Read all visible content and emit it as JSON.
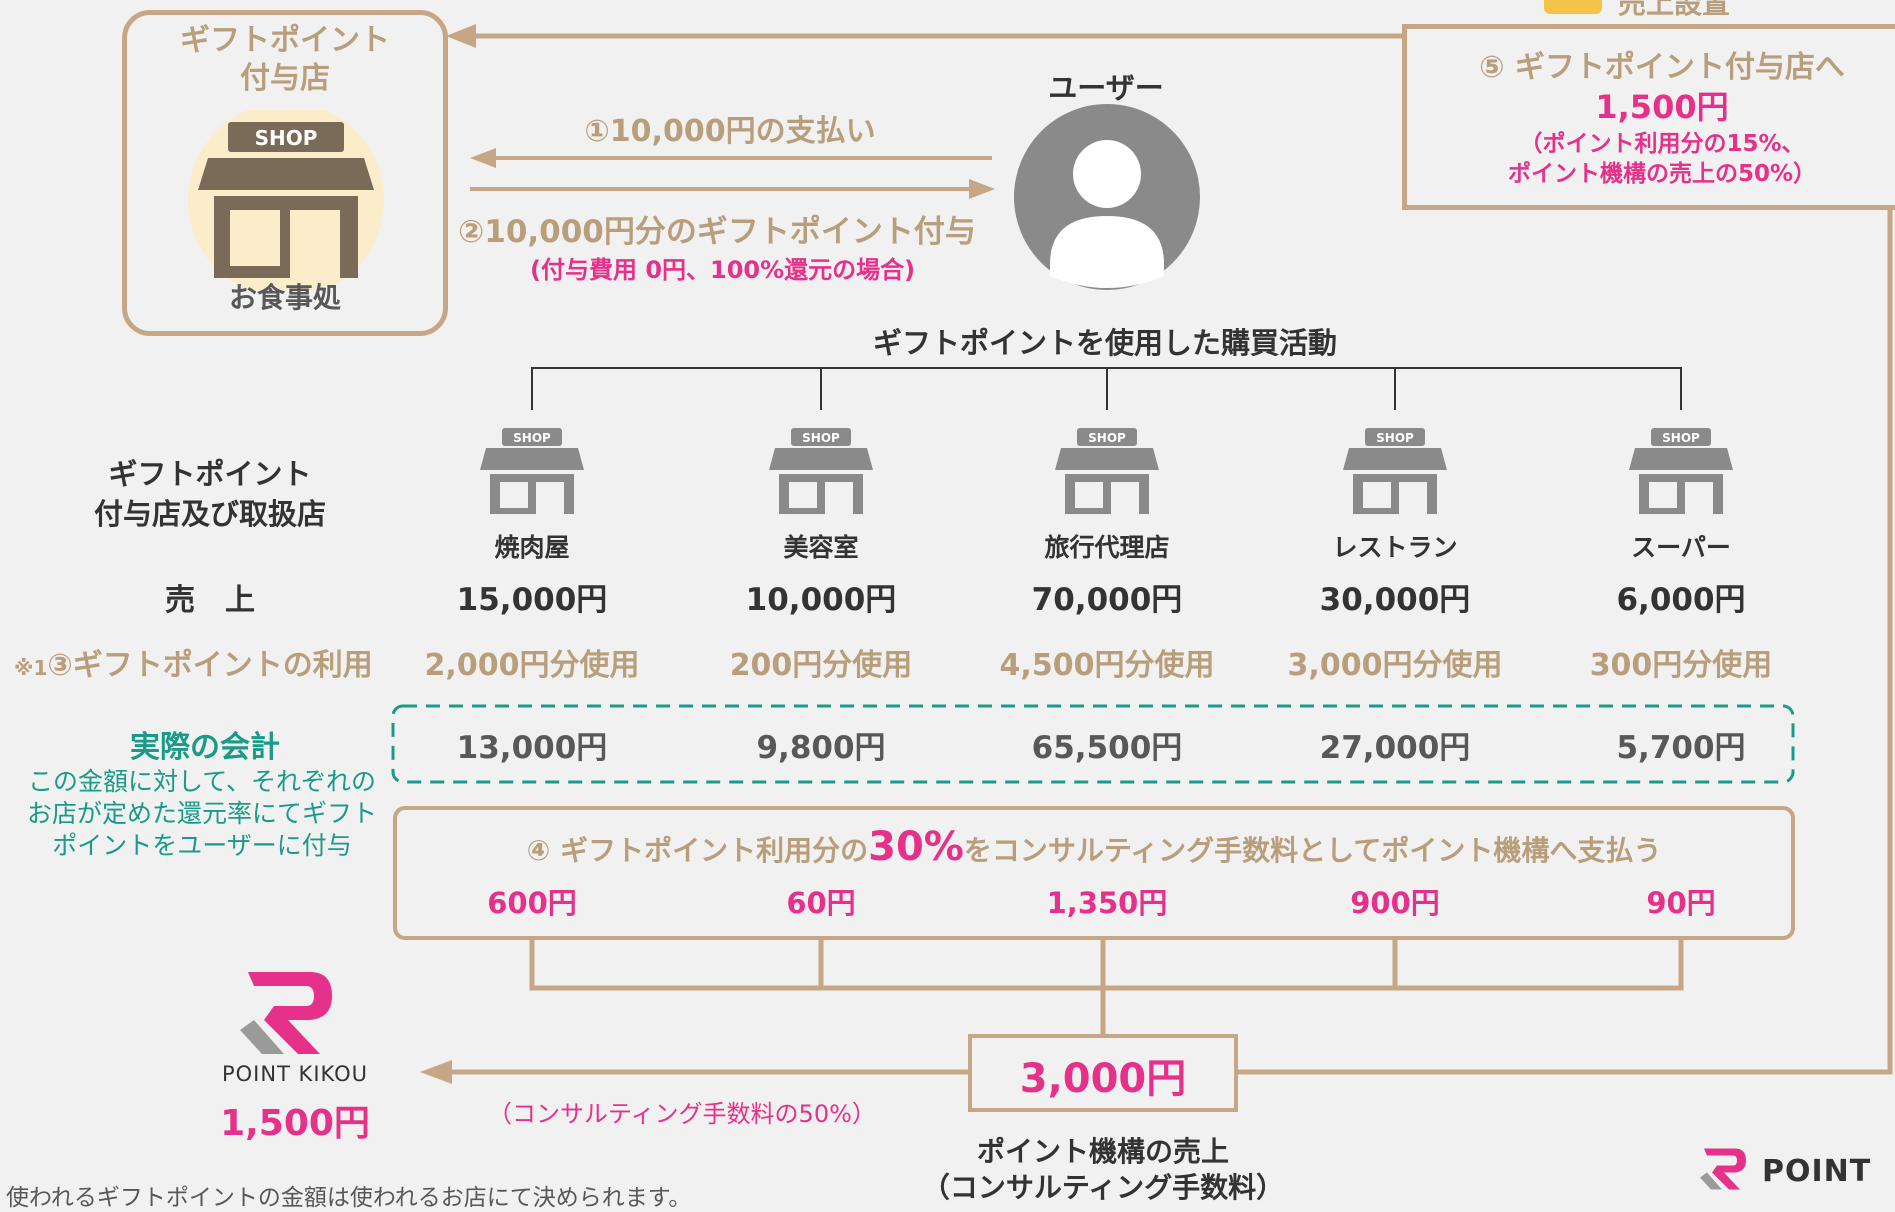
{
  "gift_store": {
    "title": "ギフトポイント\n付与店",
    "caption": "お食事処",
    "sign": "SHOP"
  },
  "user": {
    "label": "ユーザー"
  },
  "flow": {
    "step1": "①10,000円の支払い",
    "step2": "②10,000円分のギフトポイント付与",
    "step2_note": "(付与費用 0円、100%還元の場合)"
  },
  "top_right": {
    "partial_label": "売上設置",
    "step5": "⑤ ギフトポイント付与店へ",
    "amount": "1,500円",
    "note1": "（ポイント利用分の15%、",
    "note2": "ポイント機構の売上の50%）"
  },
  "purchase_title": "ギフトポイントを使用した購買活動",
  "left_labels": {
    "stores": "ギフトポイント\n付与店及び取扱店",
    "sales": "売　上",
    "usage_prefix": "※1",
    "usage": "③ギフトポイントの利用",
    "actual": "実際の会計",
    "actual_note": "この金額に対して、それぞれの\nお店が定めた還元率にてギフト\nポイントをユーザーに付与"
  },
  "stores": [
    {
      "name": "焼肉屋",
      "sign": "SHOP",
      "sales": "15,000円",
      "usage": "2,000円分使用",
      "actual": "13,000円",
      "fee": "600円"
    },
    {
      "name": "美容室",
      "sign": "SHOP",
      "sales": "10,000円",
      "usage": "200円分使用",
      "actual": "9,800円",
      "fee": "60円"
    },
    {
      "name": "旅行代理店",
      "sign": "SHOP",
      "sales": "70,000円",
      "usage": "4,500円分使用",
      "actual": "65,500円",
      "fee": "1,350円"
    },
    {
      "name": "レストラン",
      "sign": "SHOP",
      "sales": "30,000円",
      "usage": "3,000円分使用",
      "actual": "27,000円",
      "fee": "900円"
    },
    {
      "name": "スーパー",
      "sign": "SHOP",
      "sales": "6,000円",
      "usage": "300円分使用",
      "actual": "5,700円",
      "fee": "90円"
    }
  ],
  "step4": {
    "prefix": "④ ギフトポイント利用分の",
    "pct": "30%",
    "suffix": "をコンサルティング手数料としてポイント機構へ支払う"
  },
  "total": {
    "amount": "3,000円",
    "label1": "ポイント機構の売上",
    "label2": "（コンサルティング手数料）"
  },
  "point_kikou": {
    "name": "POINT KIKOU",
    "amount": "1,500円",
    "note": "（コンサルティング手数料の50%）"
  },
  "footer": {
    "note": "使われるギフトポイントの金額は使われるお店にて決められます。",
    "logo": "POINT"
  },
  "colors": {
    "tan": "#c6a685",
    "pink": "#e6318a",
    "teal": "#1a9b87",
    "gray": "#808080"
  }
}
